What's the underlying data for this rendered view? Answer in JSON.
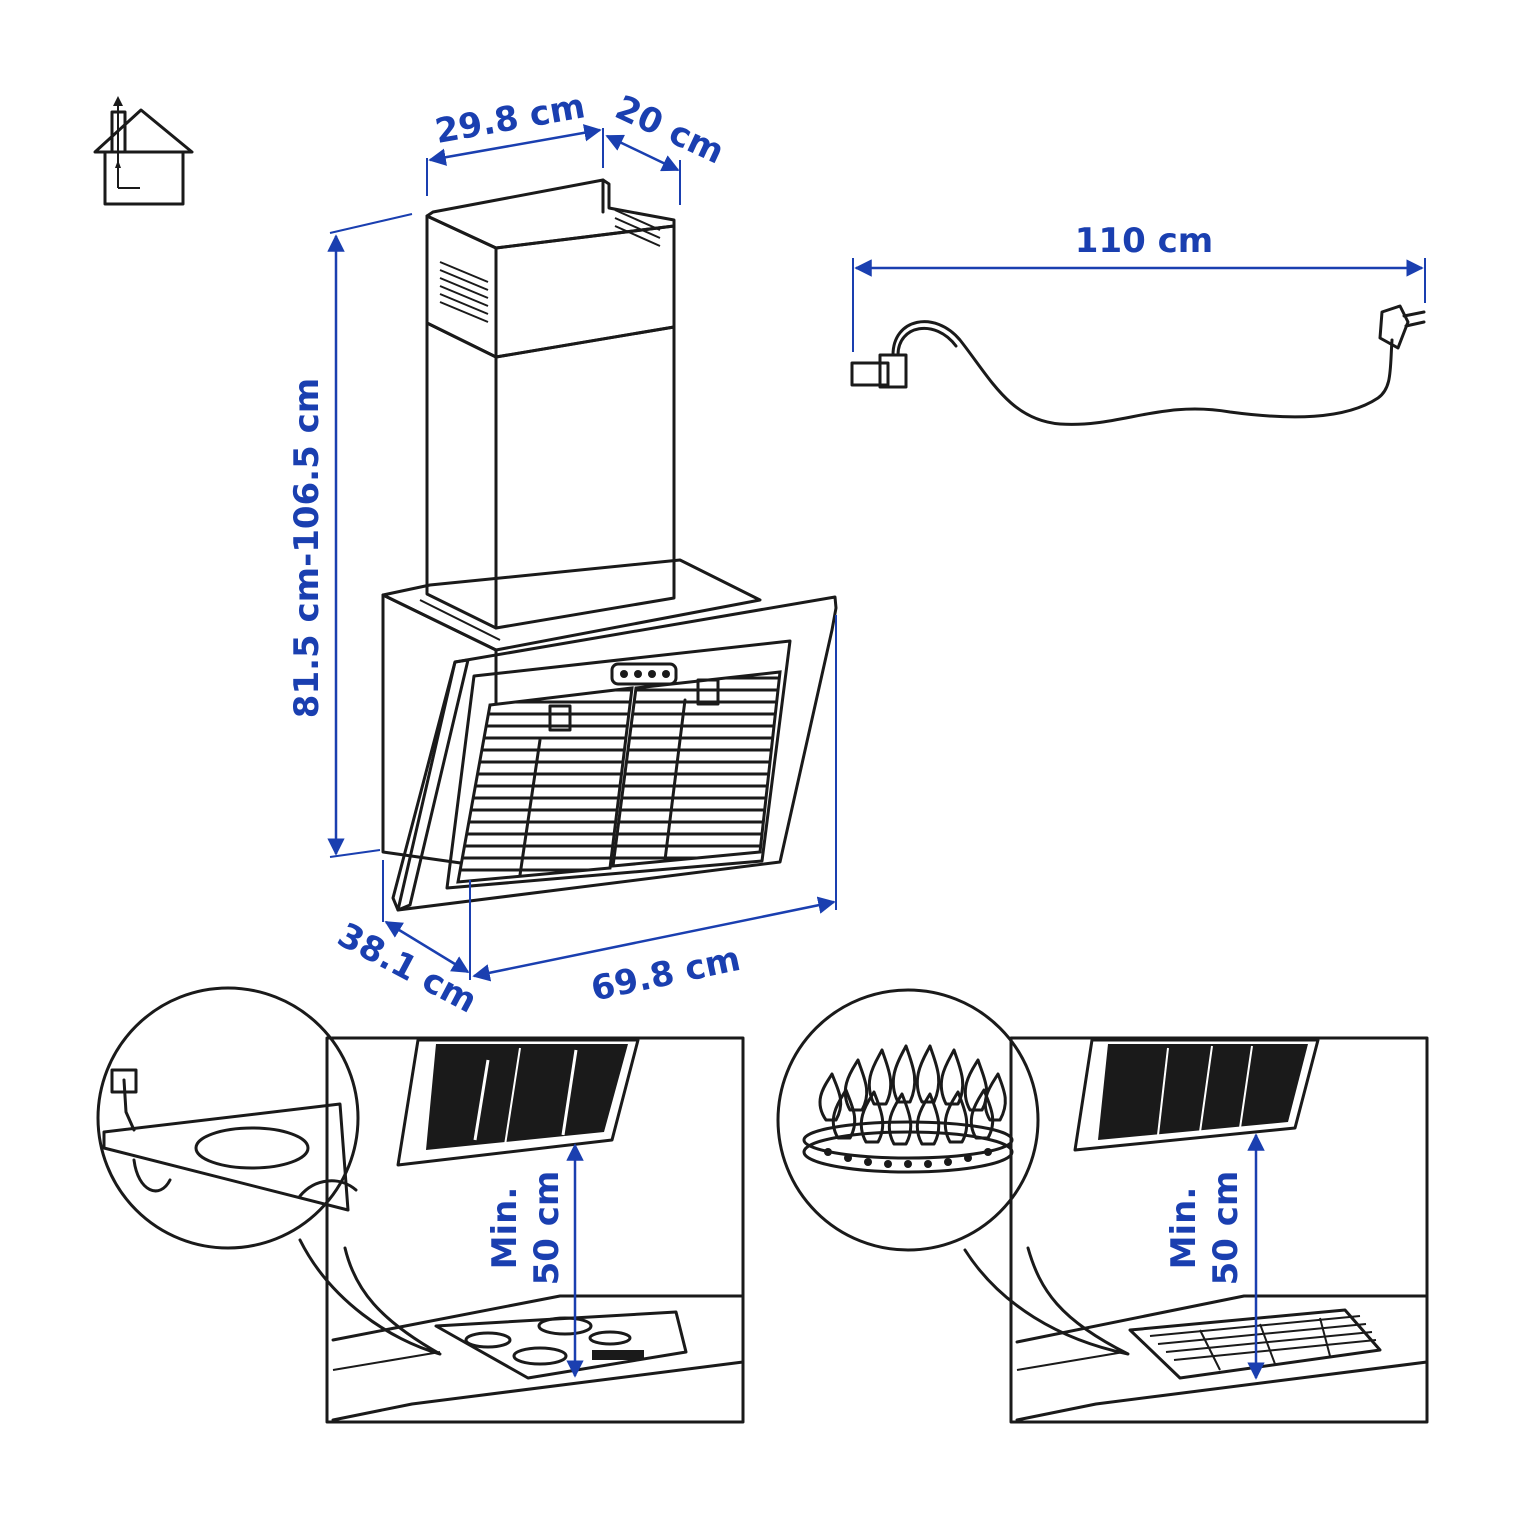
{
  "icon_names": [
    "house-chimney-icon",
    "power-cord-plug-icon",
    "gas-flame-icon",
    "induction-hob-icon"
  ],
  "colors": {
    "dimension": "#1a3fb0",
    "line": "#1a1a1a",
    "background": "#ffffff"
  },
  "dimensions": {
    "chimney_width": "29.8 cm",
    "chimney_depth": "20 cm",
    "height_range": "81.5 cm-106.5 cm",
    "hood_depth": "38.1 cm",
    "hood_width": "69.8 cm",
    "cord_length": "110 cm"
  },
  "clearance_left": {
    "line1": "Min.",
    "line2": "50 cm"
  },
  "clearance_right": {
    "line1": "Min.",
    "line2": "50 cm"
  }
}
